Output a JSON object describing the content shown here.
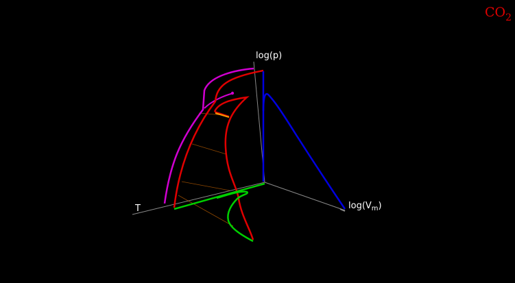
{
  "title": {
    "formula_base": "CO",
    "formula_subscript": "2",
    "color": "#e00000"
  },
  "axes": {
    "pressure_label": "log(p)",
    "volume_label_base": "log(V",
    "volume_label_subscript": "m",
    "volume_label_tail": ")",
    "temperature_label": "T",
    "axis_color": "#8a8a8a",
    "label_color": "#ffffff"
  },
  "curves": {
    "magenta": "#d000d0",
    "red": "#e00000",
    "blue": "#0000e0",
    "green": "#00d000",
    "orange": "#ff9900",
    "grid_orange": "#c06000"
  }
}
